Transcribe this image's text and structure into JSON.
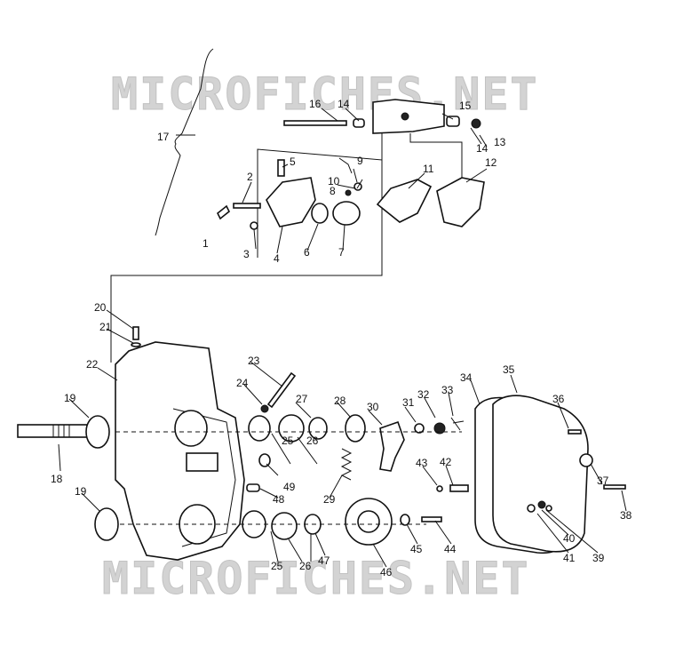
{
  "watermark_top": "MICROFICHES.NET",
  "watermark_bottom": "MICROFICHES.NET",
  "callouts": [
    "1",
    "2",
    "3",
    "4",
    "5",
    "6",
    "7",
    "8",
    "9",
    "10",
    "11",
    "12",
    "13",
    "14",
    "14",
    "15",
    "16",
    "17",
    "18",
    "19",
    "19",
    "20",
    "21",
    "22",
    "23",
    "24",
    "25",
    "25",
    "26",
    "26",
    "27",
    "28",
    "29",
    "30",
    "31",
    "32",
    "33",
    "34",
    "35",
    "36",
    "37",
    "38",
    "39",
    "40",
    "41",
    "42",
    "43",
    "44",
    "45",
    "46",
    "47",
    "48",
    "49"
  ]
}
